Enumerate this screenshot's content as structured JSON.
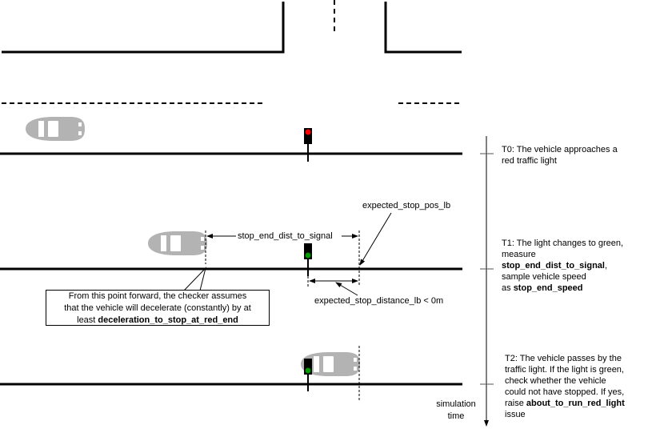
{
  "diagram": {
    "title": "Red traffic light run check timeline",
    "colors": {
      "road": "#000000",
      "vehicle": "#b3b3b3",
      "vehicle_window": "#ffffff",
      "signal_housing": "#000000",
      "light_red": "#ff0000",
      "light_green": "#009900"
    },
    "scenes": [
      {
        "id": "T0",
        "signal_state": "red"
      },
      {
        "id": "T1",
        "signal_state": "green"
      },
      {
        "id": "T2",
        "signal_state": "green"
      }
    ],
    "labels": {
      "stop_end_dist_to_signal": "stop_end_dist_to_signal",
      "expected_stop_pos_lb": "expected_stop_pos_lb",
      "expected_stop_distance_lb": "expected_stop_distance_lb < 0m"
    },
    "callout": {
      "line1": "From this point forward, the checker assumes",
      "line2": "that the vehicle will decelerate (constantly) by at",
      "line3_prefix": "least ",
      "line3_bold": "deceleration_to_stop_at_red_end"
    },
    "timeline": {
      "axis_label_line1": "simulation",
      "axis_label_line2": "time",
      "events": [
        {
          "id": "T0",
          "text_lines": [
            "T0: The vehicle approaches a",
            "red traffic light"
          ]
        },
        {
          "id": "T1",
          "line1": "T1: The light changes to green,",
          "line2": "measure",
          "line3_bold": "stop_end_dist_to_signal",
          "line3_suffix": ",",
          "line4": "sample vehicle speed",
          "line5_prefix": "as ",
          "line5_bold": "stop_end_speed"
        },
        {
          "id": "T2",
          "line1": "T2: The vehicle passes by the",
          "line2": "traffic light. If the light is green,",
          "line3": "check whether the vehicle",
          "line4": "could not have stopped. If yes,",
          "line5_prefix": "raise ",
          "line5_bold": "about_to_run_red_light",
          "line6": "issue"
        }
      ]
    }
  }
}
